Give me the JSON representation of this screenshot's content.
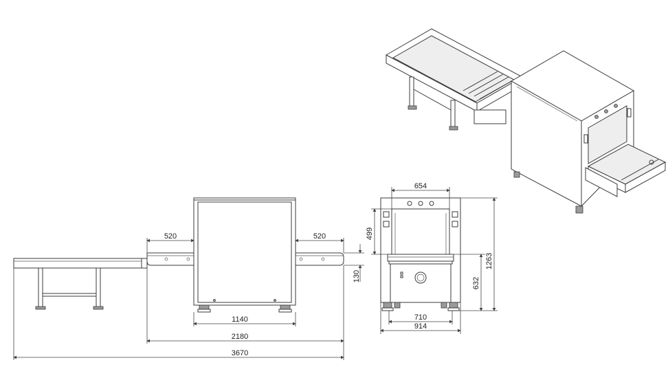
{
  "title": "",
  "views": {
    "front": {
      "dimensions": {
        "left_conveyor": "520",
        "right_conveyor": "520",
        "tunnel_base_width": "1140",
        "machine_with_short_conveyors": "2180",
        "overall_length": "3670",
        "conveyor_height_offset": "130"
      }
    },
    "side": {
      "dimensions": {
        "tunnel_width": "654",
        "tunnel_height": "499",
        "conveyor_height": "632",
        "overall_height": "1263",
        "footprint_inner": "710",
        "footprint_outer": "914"
      }
    },
    "isometric": {}
  }
}
